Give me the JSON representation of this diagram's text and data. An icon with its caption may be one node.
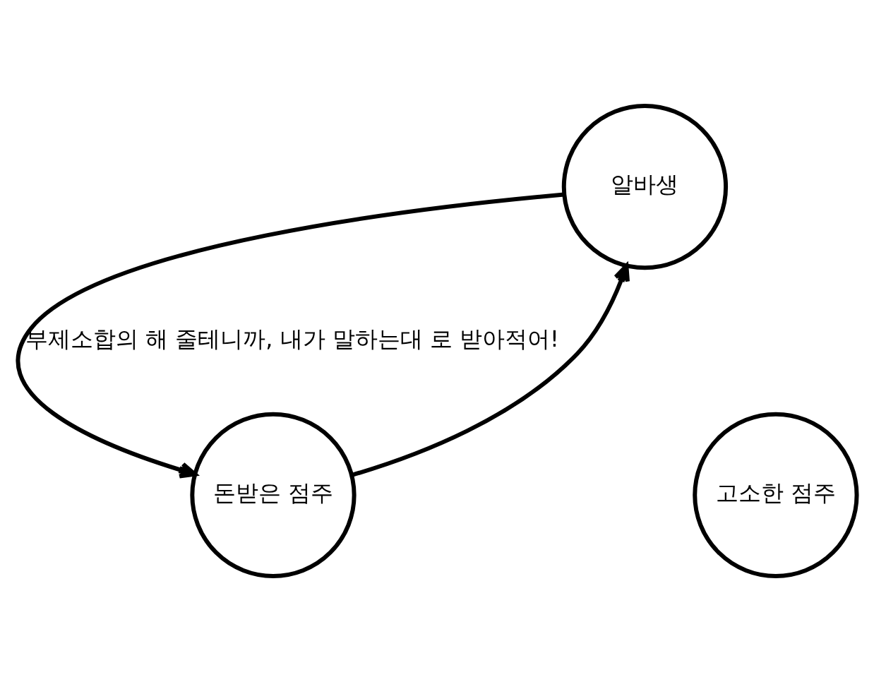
{
  "diagram": {
    "nodes": [
      {
        "text": [
          "알바생"
        ]
      },
      {
        "text": [
          "돈받은 점주"
        ]
      },
      {
        "text": [
          "고소한 점주"
        ]
      }
    ],
    "edges": [
      {
        "from": 0,
        "to": 1,
        "arrow": "to",
        "label": "부제소합의 해 줄테니까, 내가 말하는대 로 받아적어!"
      },
      {
        "from": 1,
        "to": 0,
        "arrow": "to"
      }
    ]
  }
}
